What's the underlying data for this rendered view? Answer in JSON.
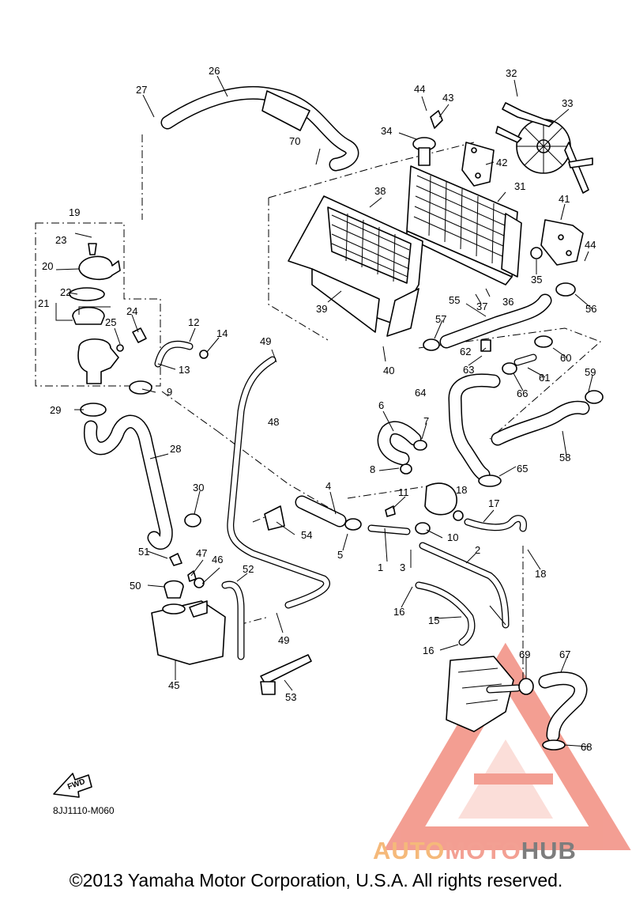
{
  "diagram": {
    "code": "8JJ1110-M060",
    "copyright": "©2013 Yamaha Motor Corporation, U.S.A. All rights reserved.",
    "fwd_label": "FWD",
    "callouts": [
      "1",
      "2",
      "3",
      "4",
      "5",
      "6",
      "7",
      "8",
      "9",
      "10",
      "11",
      "12",
      "13",
      "14",
      "15",
      "16",
      "17",
      "18",
      "19",
      "20",
      "21",
      "22",
      "23",
      "24",
      "25",
      "26",
      "27",
      "28",
      "29",
      "30",
      "31",
      "32",
      "33",
      "34",
      "35",
      "36",
      "37",
      "38",
      "39",
      "40",
      "41",
      "42",
      "43",
      "44",
      "45",
      "46",
      "47",
      "48",
      "49",
      "50",
      "51",
      "52",
      "53",
      "54",
      "55",
      "56",
      "57",
      "58",
      "59",
      "60",
      "61",
      "62",
      "63",
      "64",
      "65",
      "66",
      "67",
      "68",
      "69",
      "70"
    ]
  },
  "watermark": {
    "part1": "AUTO",
    "part2": "MOTO",
    "part3": "HUB",
    "colors": {
      "auto": "#f5b97a",
      "moto": "#f3a093",
      "hub": "#7d7d7d",
      "triangle": "#f29487"
    }
  }
}
